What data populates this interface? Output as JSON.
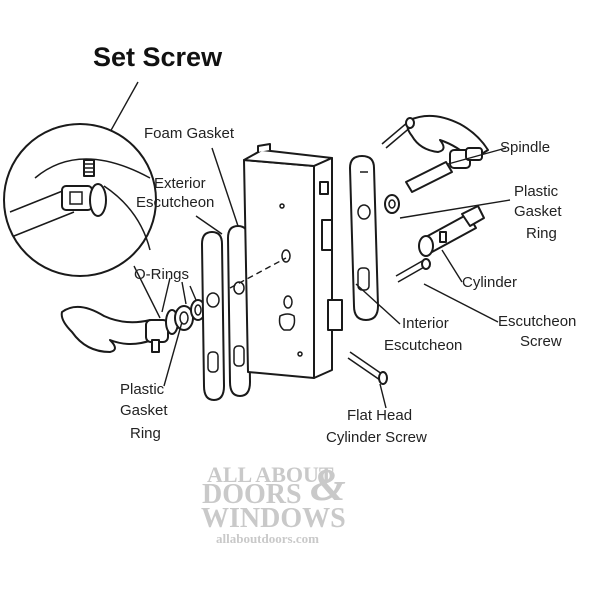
{
  "title": "Set Screw",
  "labels": {
    "foam_gasket": "Foam Gasket",
    "exterior_escutcheon_1": "Exterior",
    "exterior_escutcheon_2": "Escutcheon",
    "spindle": "Spindle",
    "plastic_gasket_ring_right_1": "Plastic",
    "plastic_gasket_ring_right_2": "Gasket",
    "plastic_gasket_ring_right_3": "Ring",
    "o_rings": "O-Rings",
    "cylinder": "Cylinder",
    "escutcheon_screw_1": "Escutcheon",
    "escutcheon_screw_2": "Screw",
    "interior_escutcheon_1": "Interior",
    "interior_escutcheon_2": "Escutcheon",
    "plastic_gasket_ring_left_1": "Plastic",
    "plastic_gasket_ring_left_2": "Gasket",
    "plastic_gasket_ring_left_3": "Ring",
    "flat_head_cylinder_screw_1": "Flat Head",
    "flat_head_cylinder_screw_2": "Cylinder Screw"
  },
  "watermark": {
    "line1": "ALL ABOUT",
    "line2": "DOORS",
    "ampersand": "&",
    "line3": "WINDOWS",
    "url": "allaboutdoors.com"
  }
}
